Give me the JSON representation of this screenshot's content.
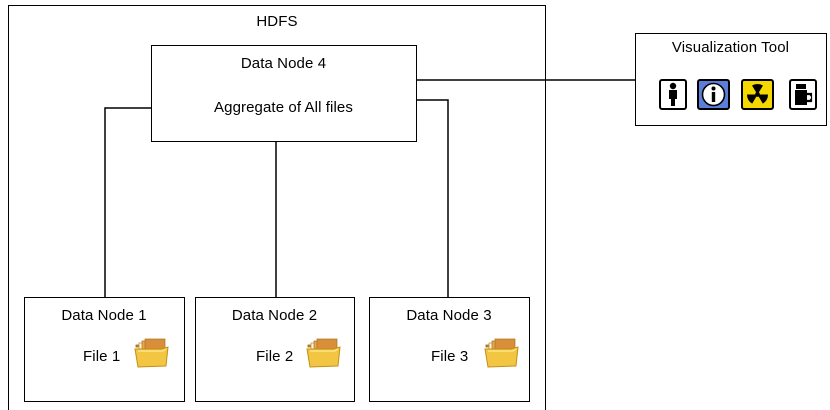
{
  "hdfs": {
    "title": "HDFS"
  },
  "aggregate_node": {
    "title": "Data Node 4",
    "subtitle": "Aggregate of All files"
  },
  "data_nodes": [
    {
      "title": "Data Node 1",
      "file": "File 1"
    },
    {
      "title": "Data Node 2",
      "file": "File 2"
    },
    {
      "title": "Data Node 3",
      "file": "File 3"
    }
  ],
  "visualization_tool": {
    "title": "Visualization Tool",
    "icons": [
      "person-icon",
      "info-icon",
      "radiation-icon",
      "coffee-mug-icon"
    ]
  },
  "colors": {
    "folder_body": "#f2c542",
    "folder_papers": "#d9a04a",
    "info_fill": "#5b7fd8",
    "radiation_fill": "#f5d800"
  }
}
